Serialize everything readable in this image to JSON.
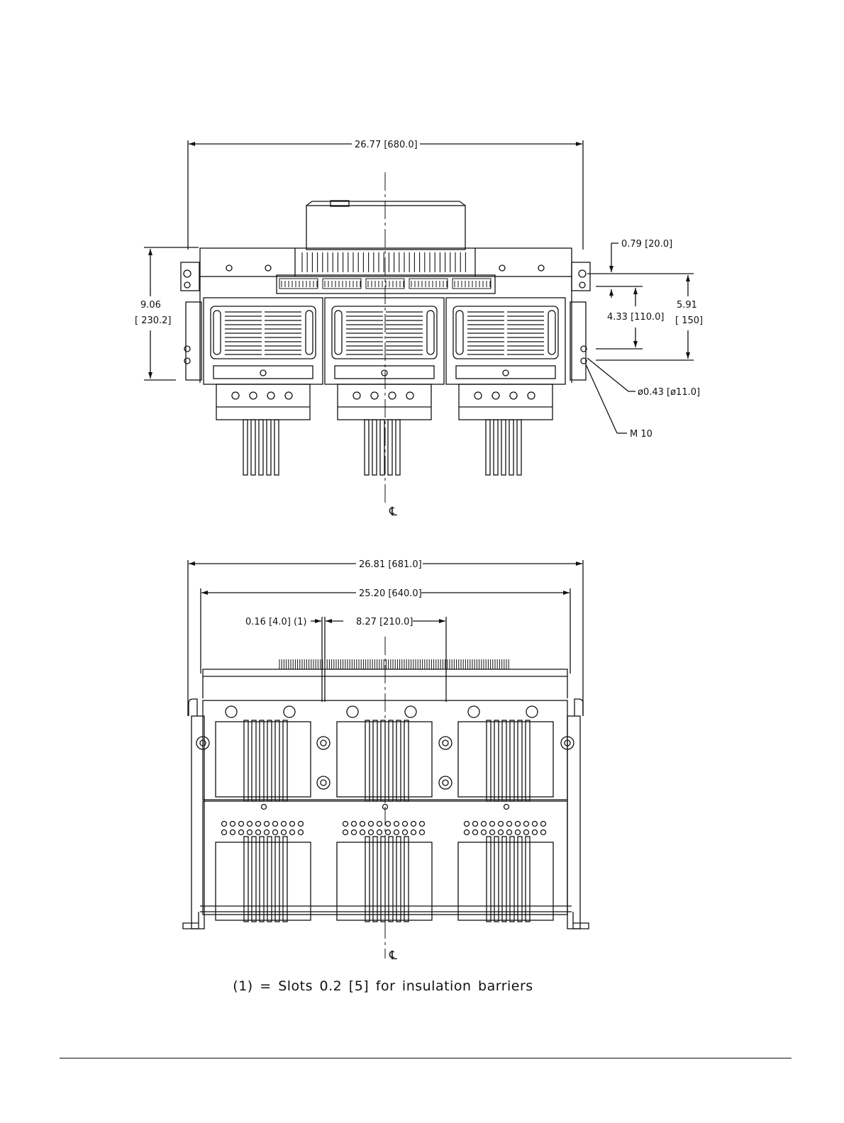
{
  "top_view": {
    "overall_width": "26.77 [680.0]",
    "height_in": "9.06",
    "height_mm": "[ 230.2]",
    "offset_top": "0.79 [20.0]",
    "hole_spacing": "4.33 [110.0]",
    "mount_height_in": "5.91",
    "mount_height_mm": "[ 150]",
    "hole_dia": "ø0.43 [ø11.0]",
    "bolt": "M 10",
    "centerline": "℄"
  },
  "bottom_view": {
    "overall_width": "26.81 [681.0]",
    "inner_width": "25.20 [640.0]",
    "slot": "0.16 [4.0] (1)",
    "pitch": "8.27 [210.0]",
    "centerline": "℄"
  },
  "footnote": "(1) = Slots 0.2 [5] for insulation barriers"
}
